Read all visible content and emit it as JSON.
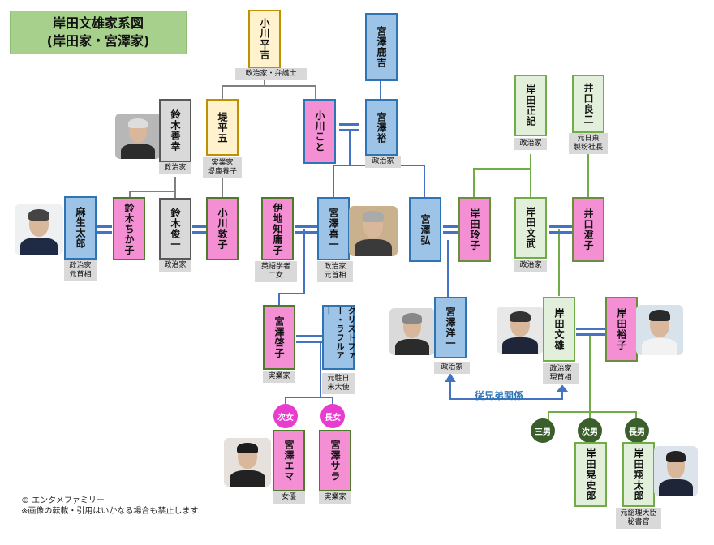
{
  "title": {
    "line1": "岸田文雄家系図",
    "line2": "(岸田家・宮澤家)"
  },
  "people": {
    "ogawa_heikichi": {
      "name": "小川平吉",
      "caption": "政治家・弁護士"
    },
    "miyazawa_shikichi": {
      "name": "宮澤鹿吉"
    },
    "suzuki_zenko": {
      "name": "鈴木善幸",
      "caption": "政治家"
    },
    "tsutsumi_heigo": {
      "name": "堤平五",
      "caption1": "実業家",
      "caption2": "堤康養子"
    },
    "ogawa_koto": {
      "name": "小川こと"
    },
    "miyazawa_yutaka": {
      "name": "宮澤裕",
      "caption": "政治家"
    },
    "aso_taro": {
      "name": "麻生太郎",
      "caption1": "政治家",
      "caption2": "元首相"
    },
    "suzuki_chikako": {
      "name": "鈴木ちか子"
    },
    "suzuki_shunichi": {
      "name": "鈴木俊一",
      "caption": "政治家"
    },
    "ogawa_atsuko": {
      "name": "小川敦子"
    },
    "ichiji_yoko": {
      "name": "伊地知庸子",
      "caption1": "英語学者",
      "caption2": "二女"
    },
    "miyazawa_kiichi": {
      "name": "宮澤喜一",
      "caption1": "政治家",
      "caption2": "元首相"
    },
    "miyazawa_hiroshi": {
      "name": "宮澤弘"
    },
    "kishida_reiko": {
      "name": "岸田玲子"
    },
    "kishida_masaki": {
      "name": "岸田正記",
      "caption": "政治家"
    },
    "kishida_fumitake": {
      "name": "岸田文武",
      "caption": "政治家"
    },
    "iguchi_ryoji": {
      "name": "井口良二",
      "caption1": "元日東",
      "caption2": "製粉社長"
    },
    "iguchi_sumiko": {
      "name": "井口澄子"
    },
    "miyazawa_keiko": {
      "name": "宮澤啓子",
      "caption": "実業家"
    },
    "christopher": {
      "name": "クリストファー・ラフルアー",
      "caption1": "元駐日",
      "caption2": "米大使"
    },
    "miyazawa_yoichi": {
      "name": "宮澤洋一",
      "caption": "政治家"
    },
    "kishida_fumio": {
      "name": "岸田文雄",
      "caption1": "政治家",
      "caption2": "現首相"
    },
    "kishida_yuko": {
      "name": "岸田裕子"
    },
    "miyazawa_emma": {
      "name": "宮澤エマ",
      "caption": "女優",
      "badge": "次女"
    },
    "miyazawa_sara": {
      "name": "宮澤サラ",
      "caption": "実業家",
      "badge": "長女"
    },
    "kishida_akifumi": {
      "name": "岸田晃史郎",
      "badge": "次男"
    },
    "kishida_shotaro": {
      "name": "岸田翔太郎",
      "caption1": "元総理大臣",
      "caption2": "秘書官",
      "badge": "長男"
    },
    "sannan": {
      "badge": "三男"
    }
  },
  "relation_label": "従兄弟関係",
  "footer": {
    "line1": "© エンタメファミリー",
    "line2": "※画像の転載・引用はいかなる場合も禁止します"
  },
  "colors": {
    "blue_line": "#4472c4",
    "green_line": "#70ad47",
    "gray_line": "#808080",
    "marriage": "#4472c4"
  }
}
